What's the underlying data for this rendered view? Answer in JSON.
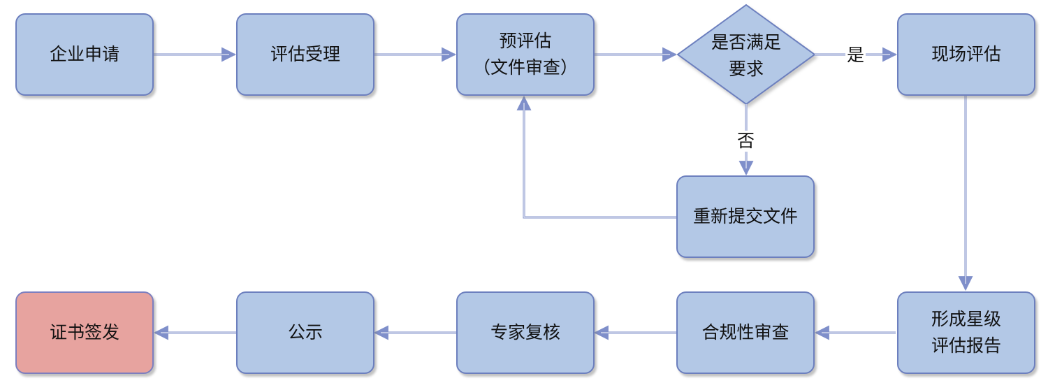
{
  "nodes": {
    "apply": "企业申请",
    "accept": "评估受理",
    "pre_eval": "预评估\n（文件审查）",
    "decision": "是否满足\n要求",
    "resubmit": "重新提交文件",
    "onsite": "现场评估",
    "report": "形成星级\n评估报告",
    "compliance": "合规性审查",
    "expert": "专家复核",
    "publicity": "公示",
    "certificate": "证书签发"
  },
  "edge_labels": {
    "yes": "是",
    "no": "否"
  },
  "colors": {
    "node_fill": "#b3c8e6",
    "node_border": "#6c7fbe",
    "final_fill": "#e7a39f",
    "connector": "#7f8fca"
  }
}
